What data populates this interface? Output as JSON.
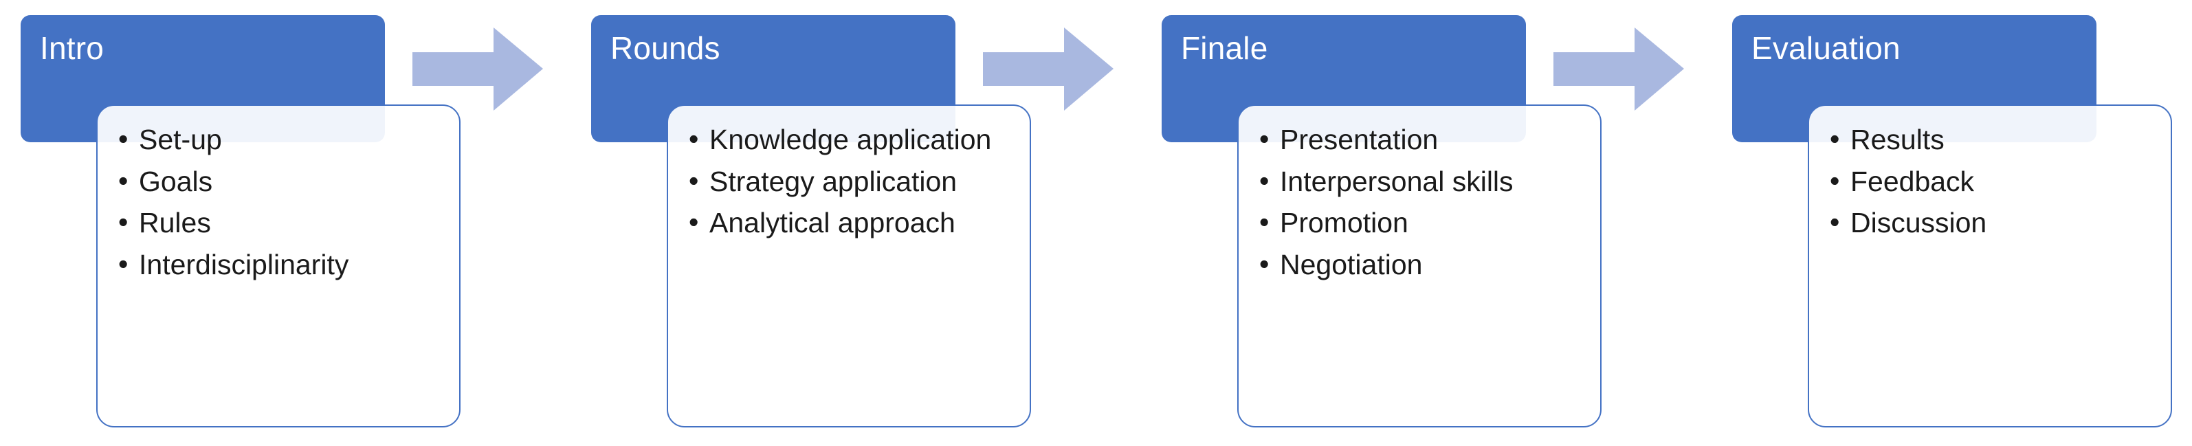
{
  "diagram": {
    "type": "process-flow",
    "title": "",
    "orientation": "horizontal",
    "colors": {
      "header_fill": "#4472C4",
      "header_text": "#FFFFFF",
      "card_border": "#4472C4",
      "card_fill": "#FFFFFF",
      "arrow_fill": "#A9B8E0",
      "body_text": "#1A1A1A",
      "background": "#FFFFFF"
    },
    "bullet_glyph": "bullet-dot",
    "stages": [
      {
        "id": "intro",
        "title": "Intro",
        "items": [
          "Set-up",
          "Goals",
          "Rules",
          "Interdisciplinarity"
        ]
      },
      {
        "id": "rounds",
        "title": "Rounds",
        "items": [
          "Knowledge application",
          "Strategy application",
          "Analytical approach"
        ]
      },
      {
        "id": "finale",
        "title": "Finale",
        "items": [
          "Presentation",
          "Interpersonal skills",
          "Promotion",
          "Negotiation"
        ]
      },
      {
        "id": "evaluation",
        "title": "Evaluation",
        "items": [
          "Results",
          "Feedback",
          "Discussion"
        ]
      }
    ],
    "connectors": [
      {
        "id": "arrow-intro-rounds",
        "icon": "right-arrow-icon",
        "from": "intro",
        "to": "rounds"
      },
      {
        "id": "arrow-rounds-finale",
        "icon": "right-arrow-icon",
        "from": "rounds",
        "to": "finale"
      },
      {
        "id": "arrow-finale-evaluation",
        "icon": "right-arrow-icon",
        "from": "finale",
        "to": "evaluation"
      }
    ]
  }
}
